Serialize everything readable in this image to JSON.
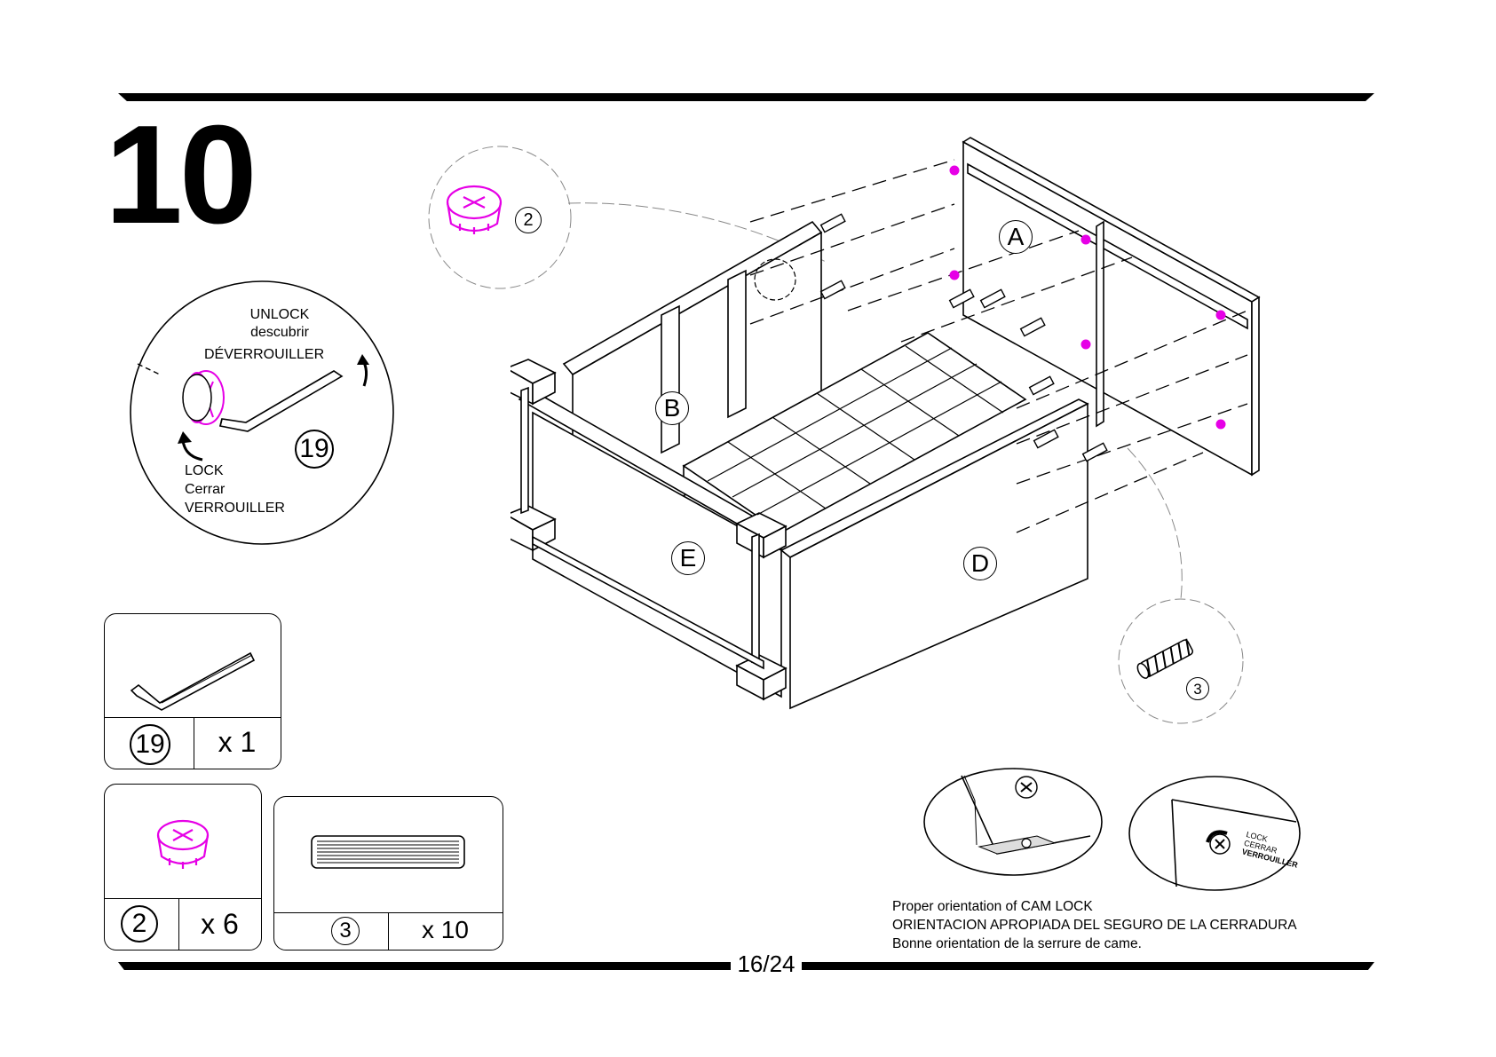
{
  "step": "10",
  "page": "16/24",
  "lock_callout": {
    "unlock": [
      "UNLOCK",
      "descubrir",
      "DÉVERROUILLER"
    ],
    "lock": [
      "LOCK",
      "Cerrar",
      "VERROUILLER"
    ],
    "tool_number": "19"
  },
  "panel_labels": [
    "A",
    "B",
    "D",
    "E"
  ],
  "detail_callouts": {
    "cam_lock_number": "2",
    "dowel_number": "3"
  },
  "parts": [
    {
      "number": "19",
      "qty": "x 1",
      "icon": "allen-key-icon"
    },
    {
      "number": "2",
      "qty": "x 6",
      "icon": "cam-lock-icon"
    },
    {
      "number": "3",
      "qty": "x 10",
      "icon": "wood-dowel-icon"
    }
  ],
  "orientation": {
    "lines": [
      "Proper orientation of CAM LOCK",
      "ORIENTACION APROPIADA DEL SEGURO DE LA CERRADURA",
      "Bonne orientation de la serrure de came."
    ],
    "small_labels": [
      "LOCK",
      "CERRAR",
      "VERROUILLER"
    ]
  },
  "colors": {
    "accent": "#e600e6",
    "ink": "#000000"
  }
}
